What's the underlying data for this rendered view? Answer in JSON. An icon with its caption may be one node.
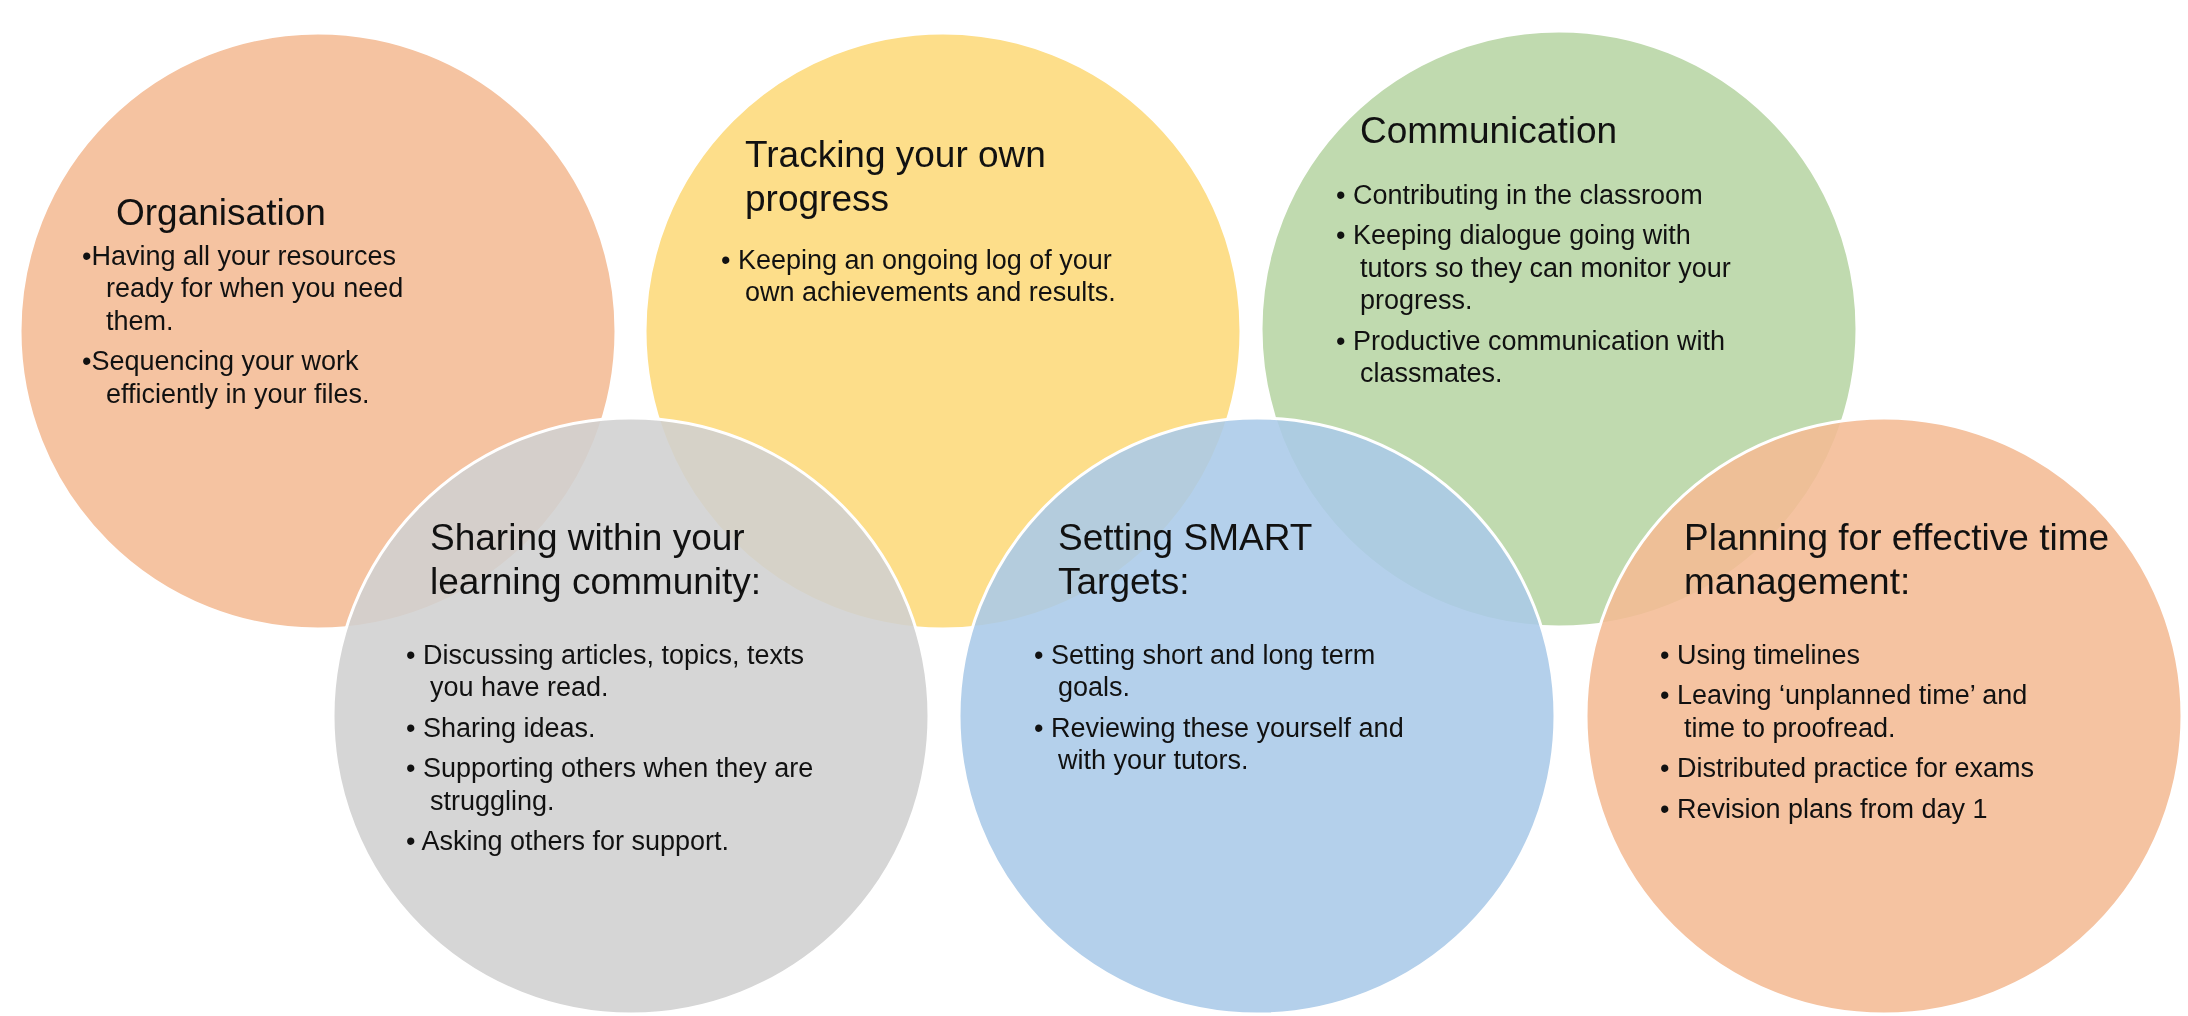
{
  "diagram": {
    "nodes": [
      {
        "text": [
          "Organisation",
          "•Having all your resources ready for when you need them.",
          "•Sequencing your work efficiently in your files."
        ]
      },
      {
        "text": [
          "Tracking your own progress",
          "• Keeping an ongoing log of your own achievements and results."
        ]
      },
      {
        "text": [
          "Communication",
          "• Contributing in the classroom",
          "• Keeping dialogue going with tutors so they can monitor your progress.",
          "• Productive communication with classmates."
        ]
      },
      {
        "text": [
          "Sharing within your learning community:",
          "• Discussing articles, topics, texts you have read.",
          "• Sharing ideas.",
          "• Supporting others when they are struggling.",
          "• Asking others for support."
        ]
      },
      {
        "text": [
          "Setting SMART Targets:",
          "• Setting short and long term goals.",
          "• Reviewing these yourself and with your tutors."
        ]
      },
      {
        "text": [
          "Planning for effective time management:",
          "• Using timelines",
          "• Leaving ‘unplanned time’ and time to proofread.",
          "• Distributed practice for exams",
          "• Revision plans from day 1"
        ]
      }
    ]
  }
}
